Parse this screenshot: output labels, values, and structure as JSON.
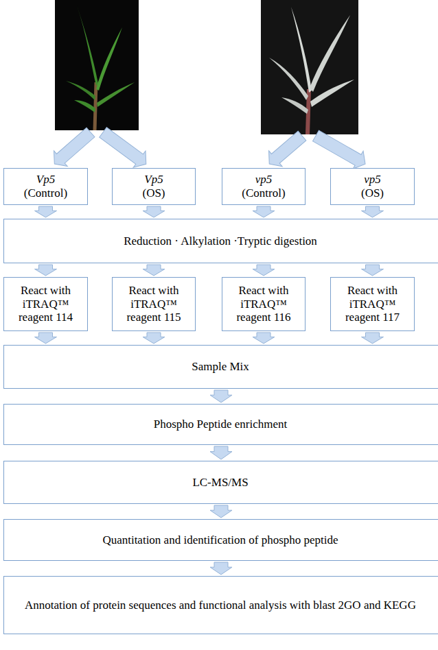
{
  "diagram": {
    "nodes": [
      {
        "text": [
          "Vp5",
          "(Control)"
        ]
      },
      {
        "text": [
          "Vp5",
          "(OS)"
        ]
      },
      {
        "text": [
          "vp5",
          "(Control)"
        ]
      },
      {
        "text": [
          "vp5",
          "(OS)"
        ]
      },
      {
        "text": [
          "Reduction · Alkylation ·Tryptic digestion"
        ]
      },
      {
        "text": [
          "React with iTRAQ™ reagent 114"
        ]
      },
      {
        "text": [
          "React with iTRAQ™ reagent 115"
        ]
      },
      {
        "text": [
          "React with iTRAQ™ reagent 116"
        ]
      },
      {
        "text": [
          "React with iTRAQ™ reagent 117"
        ]
      },
      {
        "text": [
          "Sample Mix"
        ]
      },
      {
        "text": [
          "Phospho Peptide enrichment"
        ]
      },
      {
        "text": [
          "LC-MS/MS"
        ]
      },
      {
        "text": [
          "Quantitation and identification of phospho peptide"
        ]
      },
      {
        "text": [
          "Annotation of protein sequences and functional analysis with blast 2GO and KEGG"
        ]
      }
    ],
    "edges": [
      {
        "from": 0,
        "to": 4,
        "arrow": "to"
      },
      {
        "from": 1,
        "to": 4,
        "arrow": "to"
      },
      {
        "from": 2,
        "to": 4,
        "arrow": "to"
      },
      {
        "from": 3,
        "to": 4,
        "arrow": "to"
      },
      {
        "from": 4,
        "to": 5,
        "arrow": "to"
      },
      {
        "from": 4,
        "to": 6,
        "arrow": "to"
      },
      {
        "from": 4,
        "to": 7,
        "arrow": "to"
      },
      {
        "from": 4,
        "to": 8,
        "arrow": "to"
      },
      {
        "from": 5,
        "to": 9,
        "arrow": "to"
      },
      {
        "from": 6,
        "to": 9,
        "arrow": "to"
      },
      {
        "from": 7,
        "to": 9,
        "arrow": "to"
      },
      {
        "from": 8,
        "to": 9,
        "arrow": "to"
      },
      {
        "from": 9,
        "to": 10,
        "arrow": "to"
      },
      {
        "from": 10,
        "to": 11,
        "arrow": "to"
      },
      {
        "from": 11,
        "to": 12,
        "arrow": "to"
      },
      {
        "from": 12,
        "to": 13,
        "arrow": "to"
      }
    ]
  }
}
